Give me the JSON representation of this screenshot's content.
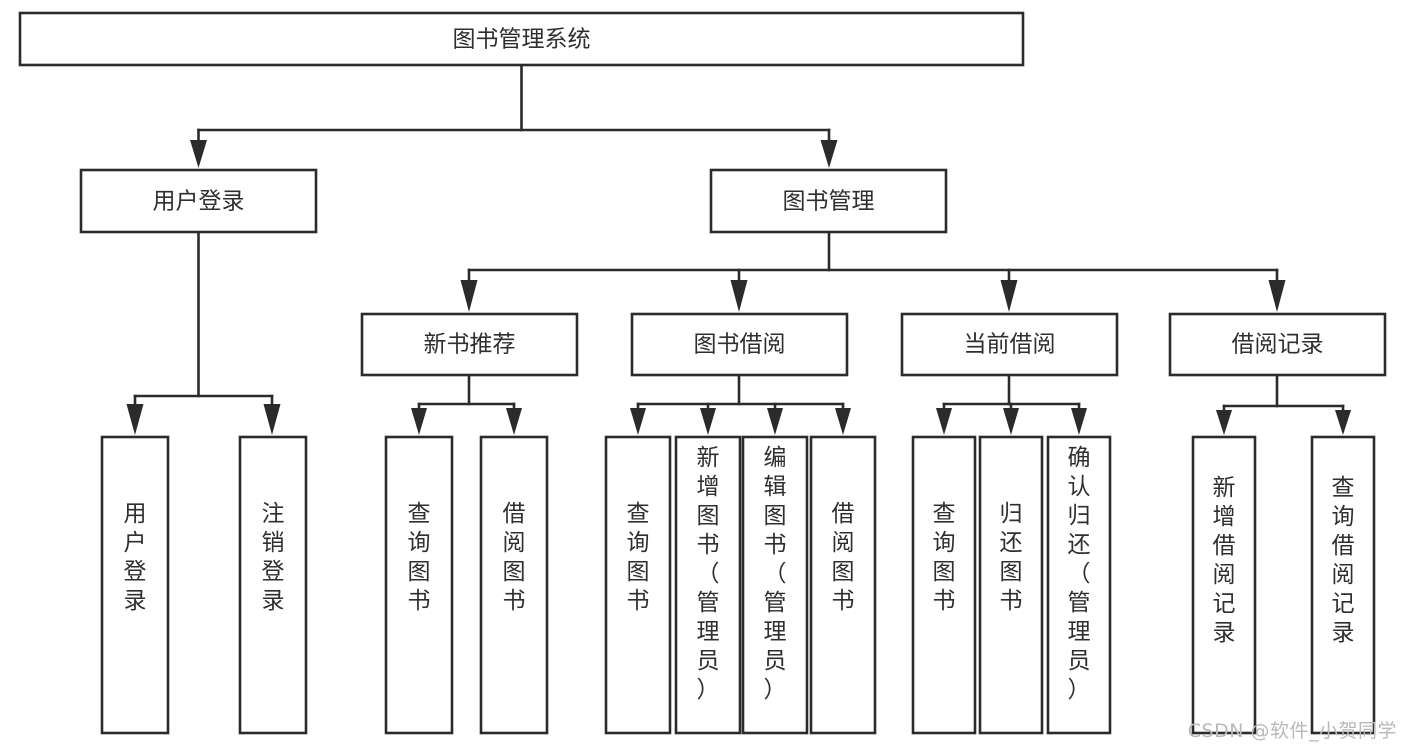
{
  "diagram": {
    "title": "图书管理系统",
    "type": "hierarchy-tree",
    "watermark": "CSDN @软件_小贺同学",
    "colors": {
      "box_stroke": "#2b2b2b",
      "box_fill": "#ffffff",
      "text": "#2f2f2f",
      "background": "#ffffff",
      "watermark": "#b9b9b9"
    },
    "levels": {
      "level1": [
        {
          "id": "root",
          "label": "图书管理系统",
          "orientation": "horizontal"
        }
      ],
      "level2": [
        {
          "id": "user-login",
          "label": "用户登录",
          "orientation": "horizontal"
        },
        {
          "id": "book-manage",
          "label": "图书管理",
          "orientation": "horizontal"
        }
      ],
      "level3": [
        {
          "id": "new-book-rec",
          "label": "新书推荐",
          "orientation": "horizontal"
        },
        {
          "id": "book-borrow",
          "label": "图书借阅",
          "orientation": "horizontal"
        },
        {
          "id": "current-borrow",
          "label": "当前借阅",
          "orientation": "horizontal"
        },
        {
          "id": "borrow-record",
          "label": "借阅记录",
          "orientation": "horizontal"
        }
      ],
      "level4": [
        {
          "id": "leaf-user-login",
          "label": "用户登录",
          "parent": "user-login",
          "orientation": "vertical"
        },
        {
          "id": "leaf-logout",
          "label": "注销登录",
          "parent": "user-login",
          "orientation": "vertical"
        },
        {
          "id": "leaf-query-book-1",
          "label": "查询图书",
          "parent": "new-book-rec",
          "orientation": "vertical"
        },
        {
          "id": "leaf-borrow-book-1",
          "label": "借阅图书",
          "parent": "new-book-rec",
          "orientation": "vertical"
        },
        {
          "id": "leaf-query-book-2",
          "label": "查询图书",
          "parent": "book-borrow",
          "orientation": "vertical"
        },
        {
          "id": "leaf-add-book",
          "label": "新增图书（管理员）",
          "parent": "book-borrow",
          "orientation": "vertical"
        },
        {
          "id": "leaf-edit-book",
          "label": "编辑图书（管理员）",
          "parent": "book-borrow",
          "orientation": "vertical"
        },
        {
          "id": "leaf-borrow-book-2",
          "label": "借阅图书",
          "parent": "book-borrow",
          "orientation": "vertical"
        },
        {
          "id": "leaf-query-book-3",
          "label": "查询图书",
          "parent": "current-borrow",
          "orientation": "vertical"
        },
        {
          "id": "leaf-return-book",
          "label": "归还图书",
          "parent": "current-borrow",
          "orientation": "vertical"
        },
        {
          "id": "leaf-confirm-return",
          "label": "确认归还（管理员）",
          "parent": "current-borrow",
          "orientation": "vertical"
        },
        {
          "id": "leaf-add-record",
          "label": "新增借阅记录",
          "parent": "borrow-record",
          "orientation": "vertical"
        },
        {
          "id": "leaf-query-record",
          "label": "查询借阅记录",
          "parent": "borrow-record",
          "orientation": "vertical"
        }
      ]
    }
  }
}
